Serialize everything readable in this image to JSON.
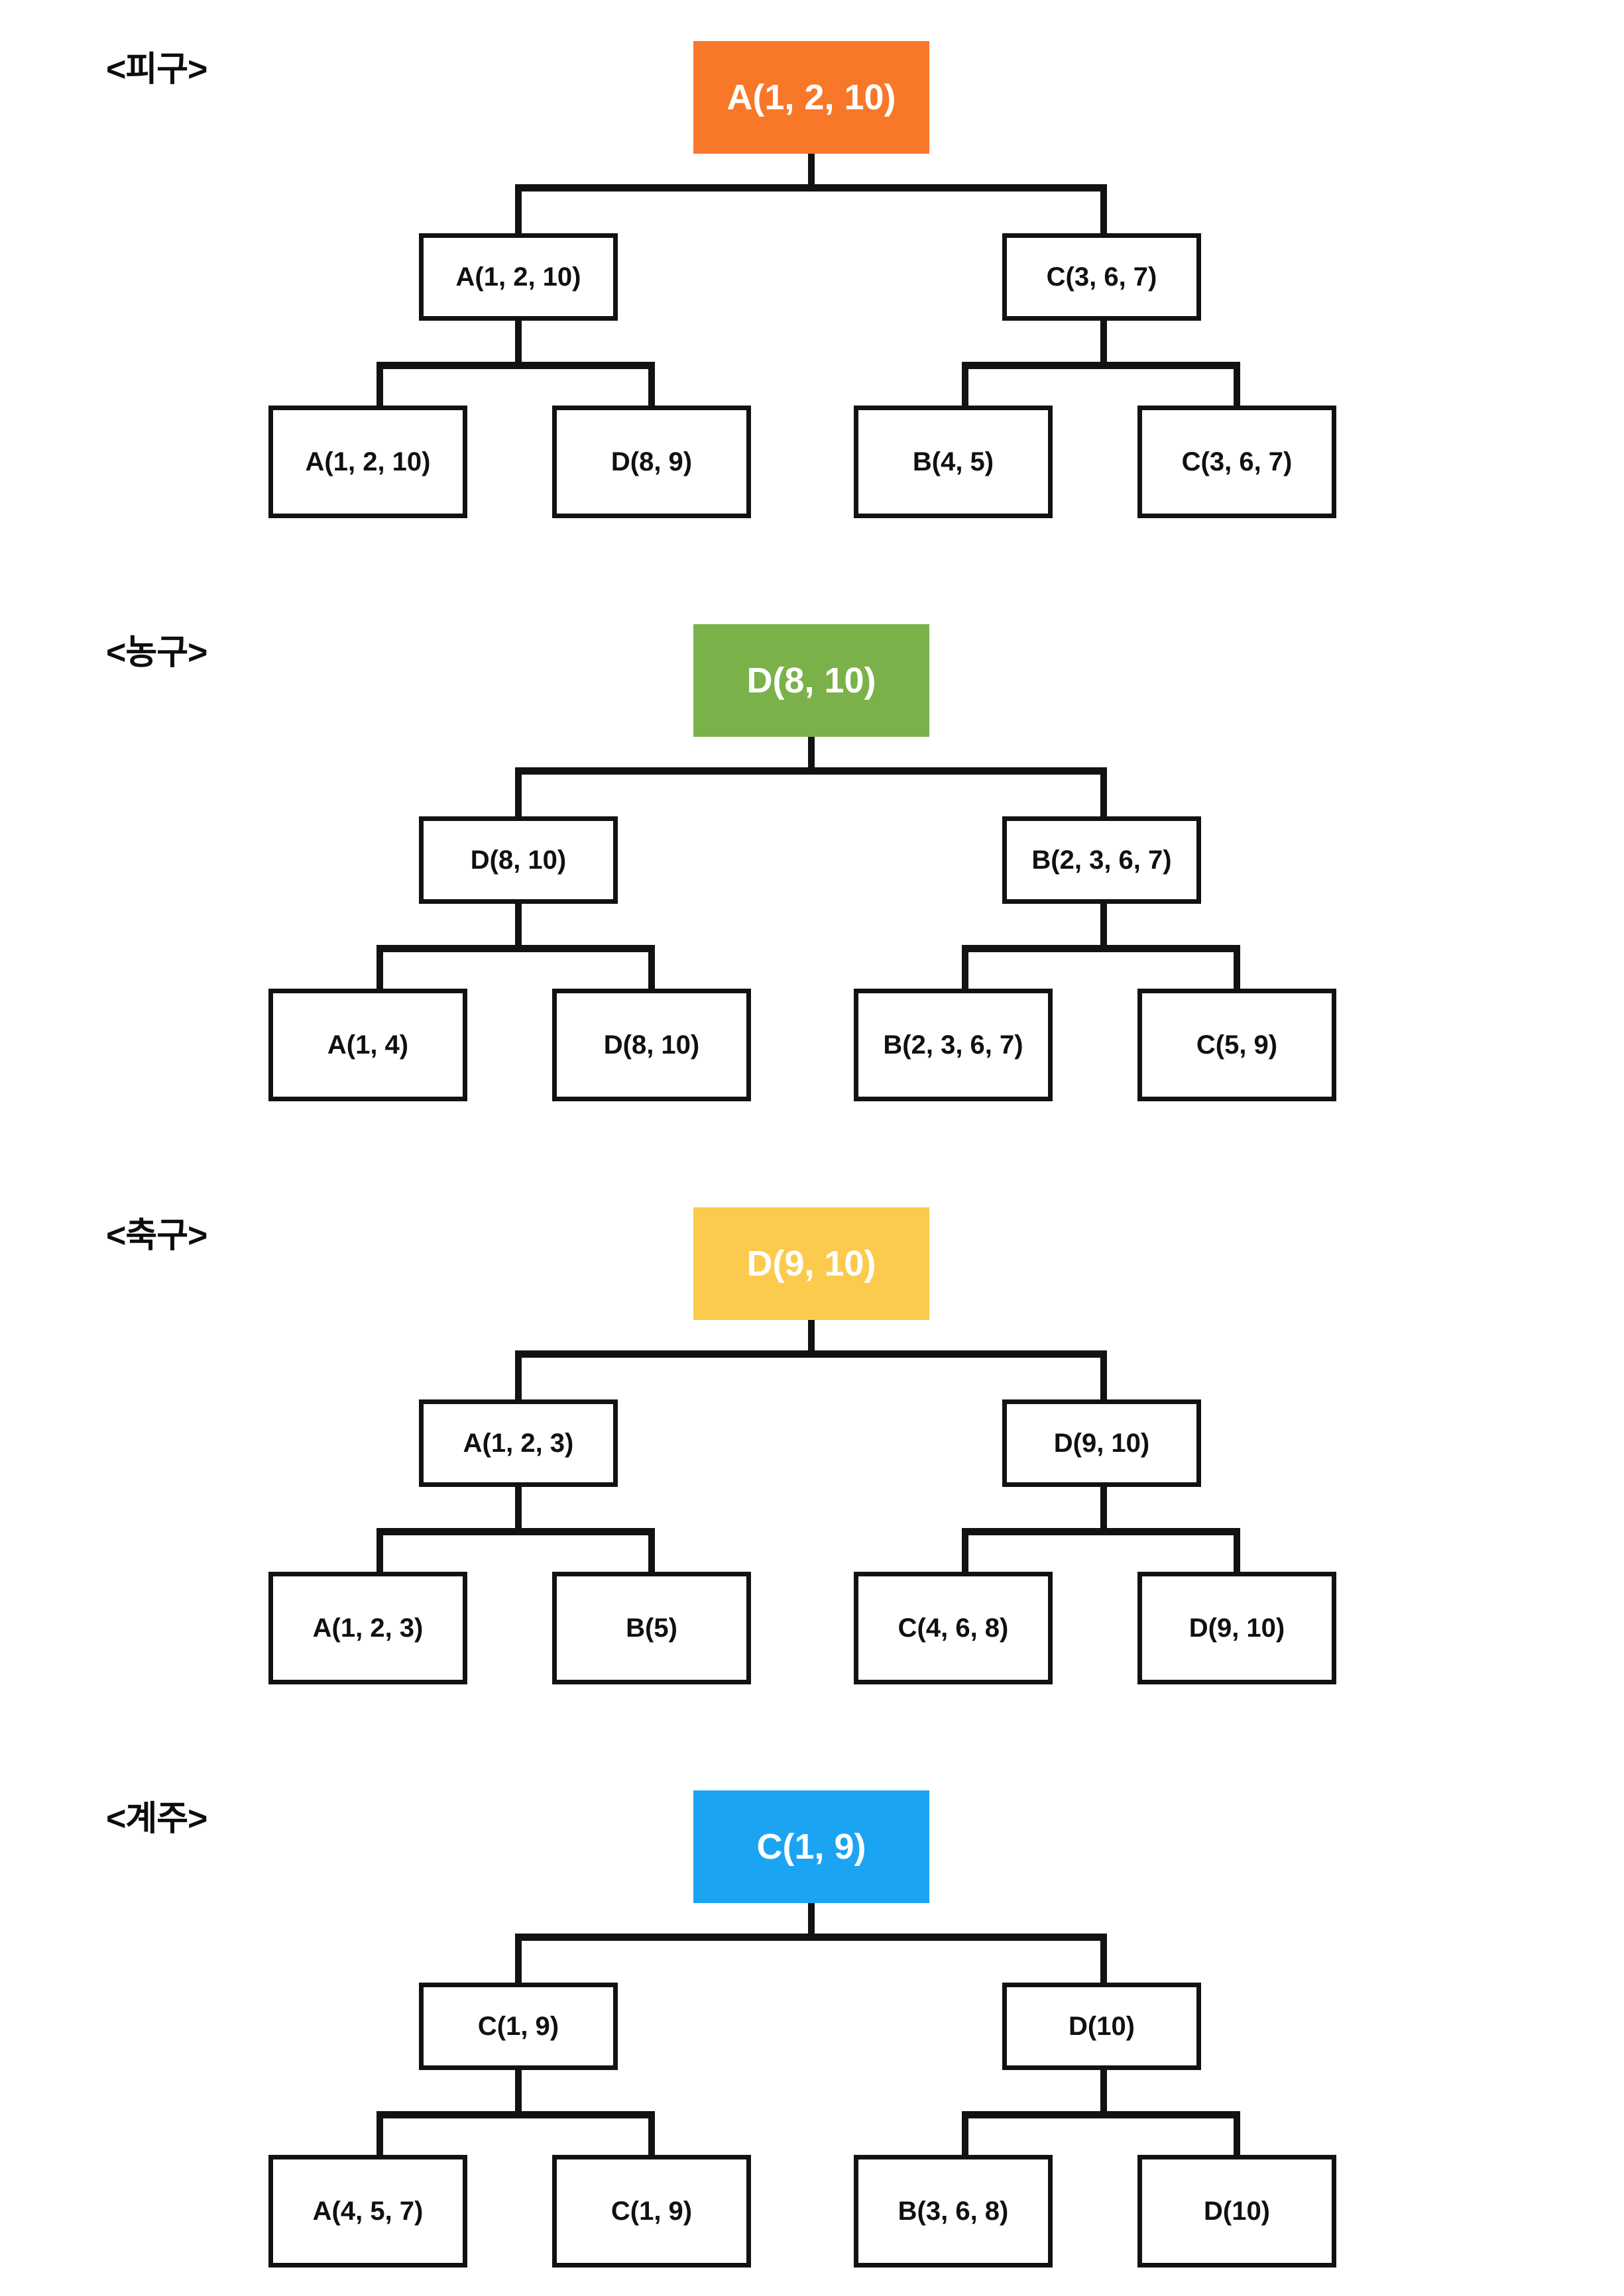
{
  "page": {
    "background_color": "#ffffff",
    "line_color": "#121212",
    "box_border_color": "#121212",
    "box_fill_color": "#ffffff",
    "type": "tournament-bracket-set",
    "bracket_count": 4
  },
  "brackets": [
    {
      "title": "<피구>",
      "accent_color": "#F87728",
      "root": {
        "label": "A(1, 2, 10)"
      },
      "mid": [
        {
          "label": "A(1, 2, 10)"
        },
        {
          "label": "C(3, 6, 7)"
        }
      ],
      "leaves": [
        {
          "label": "A(1, 2, 10)"
        },
        {
          "label": "D(8, 9)"
        },
        {
          "label": "B(4, 5)"
        },
        {
          "label": "C(3, 6, 7)"
        }
      ]
    },
    {
      "title": "<농구>",
      "accent_color": "#7AB249",
      "root": {
        "label": "D(8, 10)"
      },
      "mid": [
        {
          "label": "D(8, 10)"
        },
        {
          "label": "B(2, 3, 6, 7)"
        }
      ],
      "leaves": [
        {
          "label": "A(1, 4)"
        },
        {
          "label": "D(8, 10)"
        },
        {
          "label": "B(2, 3, 6, 7)"
        },
        {
          "label": "C(5, 9)"
        }
      ]
    },
    {
      "title": "<축구>",
      "accent_color": "#FCCB4E",
      "root": {
        "label": "D(9, 10)"
      },
      "mid": [
        {
          "label": "A(1, 2, 3)"
        },
        {
          "label": "D(9, 10)"
        }
      ],
      "leaves": [
        {
          "label": "A(1, 2, 3)"
        },
        {
          "label": "B(5)"
        },
        {
          "label": "C(4, 6, 8)"
        },
        {
          "label": "D(9, 10)"
        }
      ]
    },
    {
      "title": "<계주>",
      "accent_color": "#1BA4F2",
      "root": {
        "label": "C(1, 9)"
      },
      "mid": [
        {
          "label": "C(1, 9)"
        },
        {
          "label": "D(10)"
        }
      ],
      "leaves": [
        {
          "label": "A(4, 5, 7)"
        },
        {
          "label": "C(1, 9)"
        },
        {
          "label": "B(3, 6, 8)"
        },
        {
          "label": "D(10)"
        }
      ]
    }
  ]
}
